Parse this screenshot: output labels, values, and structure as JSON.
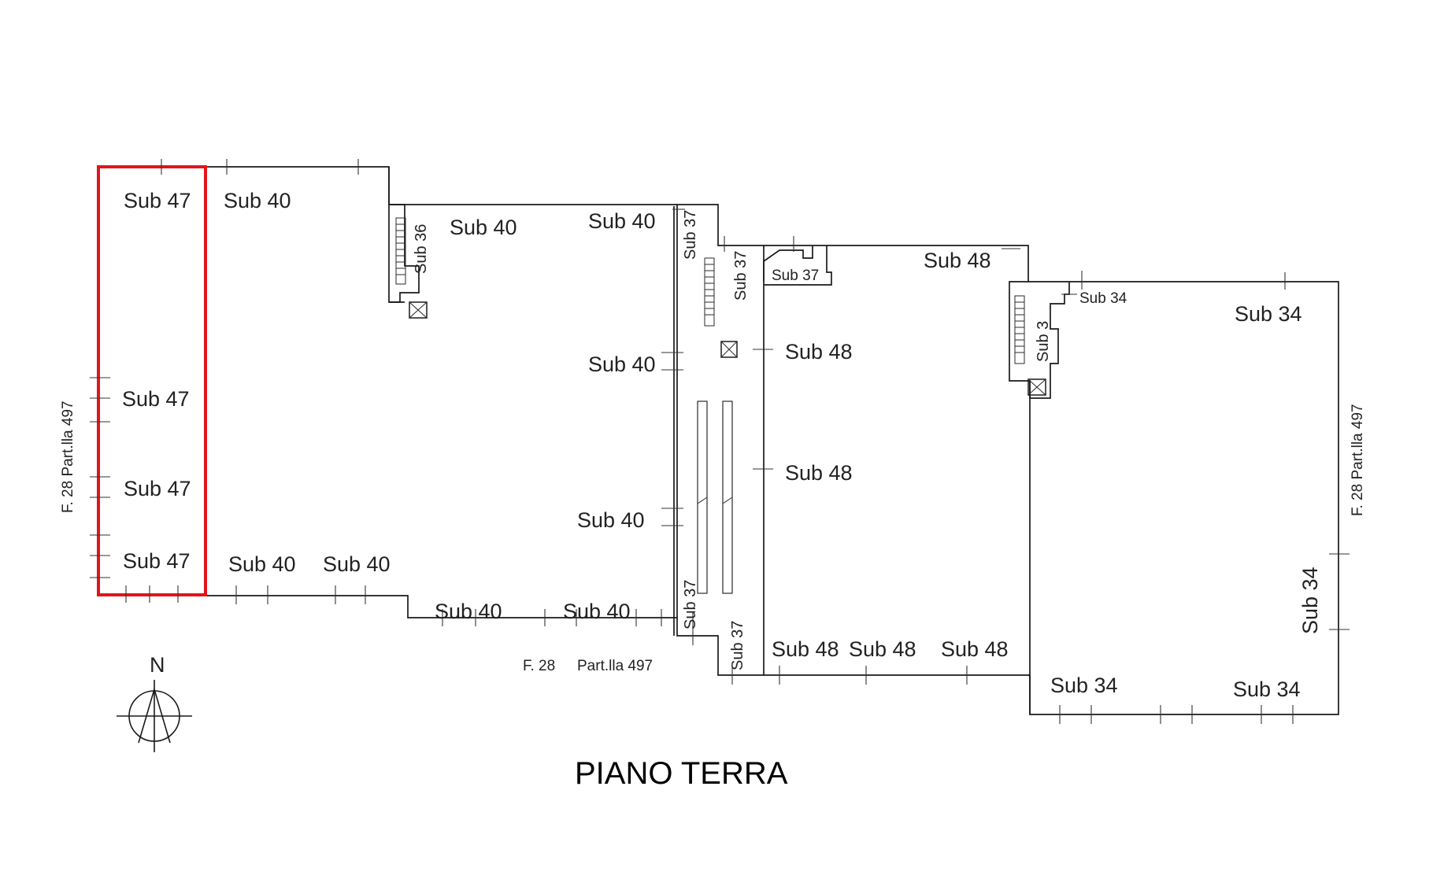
{
  "title": "PIANO TERRA",
  "north_label": "N",
  "highlight_color": "#e3141b",
  "ink_color": "#1a1a1a",
  "labels": {
    "sub47_a": "Sub 47",
    "sub47_b": "Sub 47",
    "sub47_c": "Sub 47",
    "sub47_d": "Sub 47",
    "sub40_a": "Sub 40",
    "sub40_b": "Sub 40",
    "sub40_c": "Sub 40",
    "sub40_d": "Sub 40",
    "sub40_e": "Sub 40",
    "sub40_f": "Sub 40",
    "sub40_g": "Sub 40",
    "sub40_h": "Sub 40",
    "sub40_i": "Sub 40",
    "sub36": "Sub 36",
    "sub37_a": "Sub 37",
    "sub37_b": "Sub 37",
    "sub37_c": "Sub 37",
    "sub37_d": "Sub 37",
    "sub37_e": "Sub 37",
    "sub48_a": "Sub 48",
    "sub48_b": "Sub 48",
    "sub48_c": "Sub 48",
    "sub48_d": "Sub 48",
    "sub48_e": "Sub 48",
    "sub48_f": "Sub 48",
    "sub3": "Sub 3",
    "sub34_a": "Sub 34",
    "sub34_b": "Sub 34",
    "sub34_c": "Sub 34",
    "sub34_d": "Sub 34",
    "sub34_e": "Sub 34",
    "left_boundary": "F. 28     Part.lla 497",
    "right_boundary": "F. 28     Part.lla 497",
    "bottom_f": "F. 28",
    "bottom_part": "Part.lla 497"
  }
}
